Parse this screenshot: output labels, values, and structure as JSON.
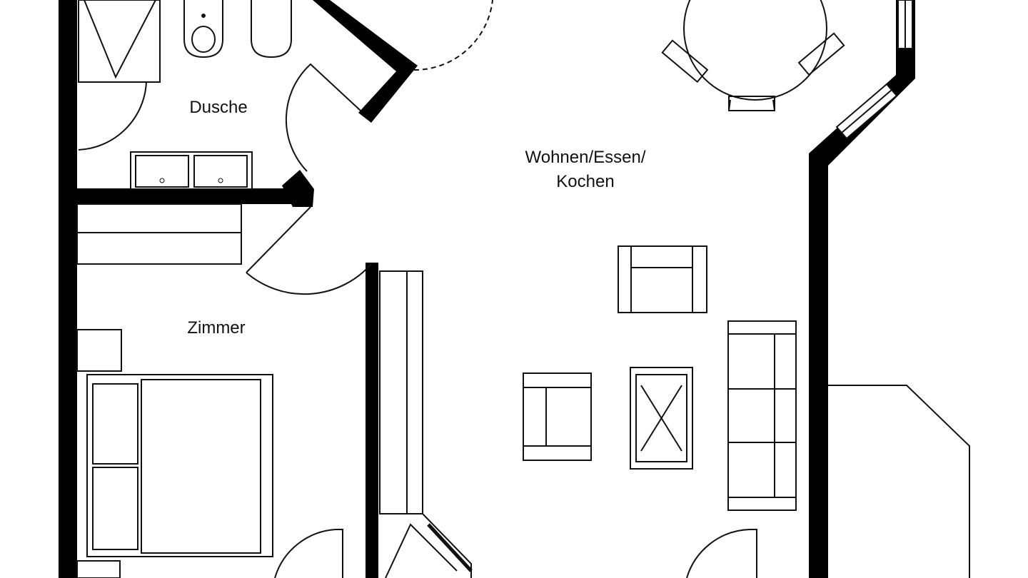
{
  "rooms": {
    "bathroom": "Dusche",
    "living_line1": "Wohnen/Essen/",
    "living_line2": "Kochen",
    "bedroom": "Zimmer"
  },
  "colors": {
    "walls": "#000000",
    "background": "#ffffff"
  }
}
